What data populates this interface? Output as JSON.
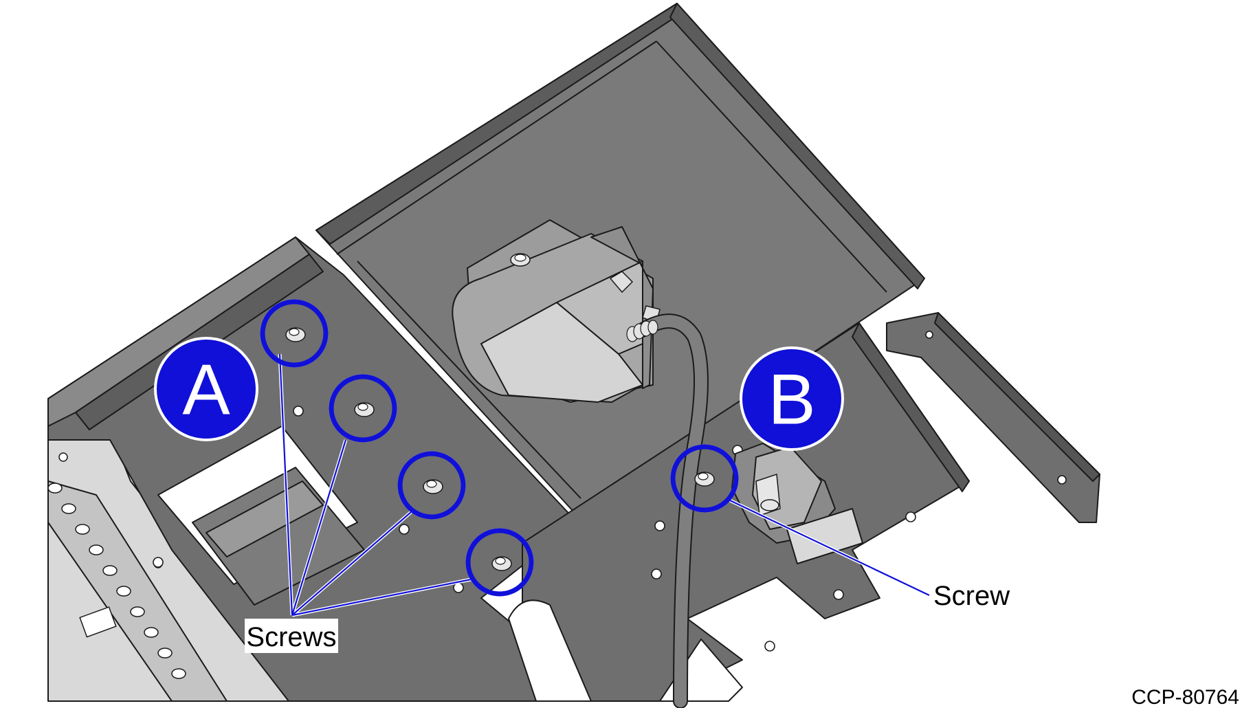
{
  "callouts": {
    "a_letter": "A",
    "b_letter": "B",
    "screws_label": "Screws",
    "screw_label": "Screw"
  },
  "figure_id": "CCP-80764",
  "colors": {
    "callout_blue": "#1010d8",
    "metal_dark": "#6f6f6f",
    "metal_mid": "#7a7a7a",
    "metal_light": "#d9d9d9",
    "outline": "#1a1a1a"
  },
  "icons": [
    "screw-icon",
    "wing-nut-icon",
    "cable-icon",
    "clamp-icon"
  ]
}
